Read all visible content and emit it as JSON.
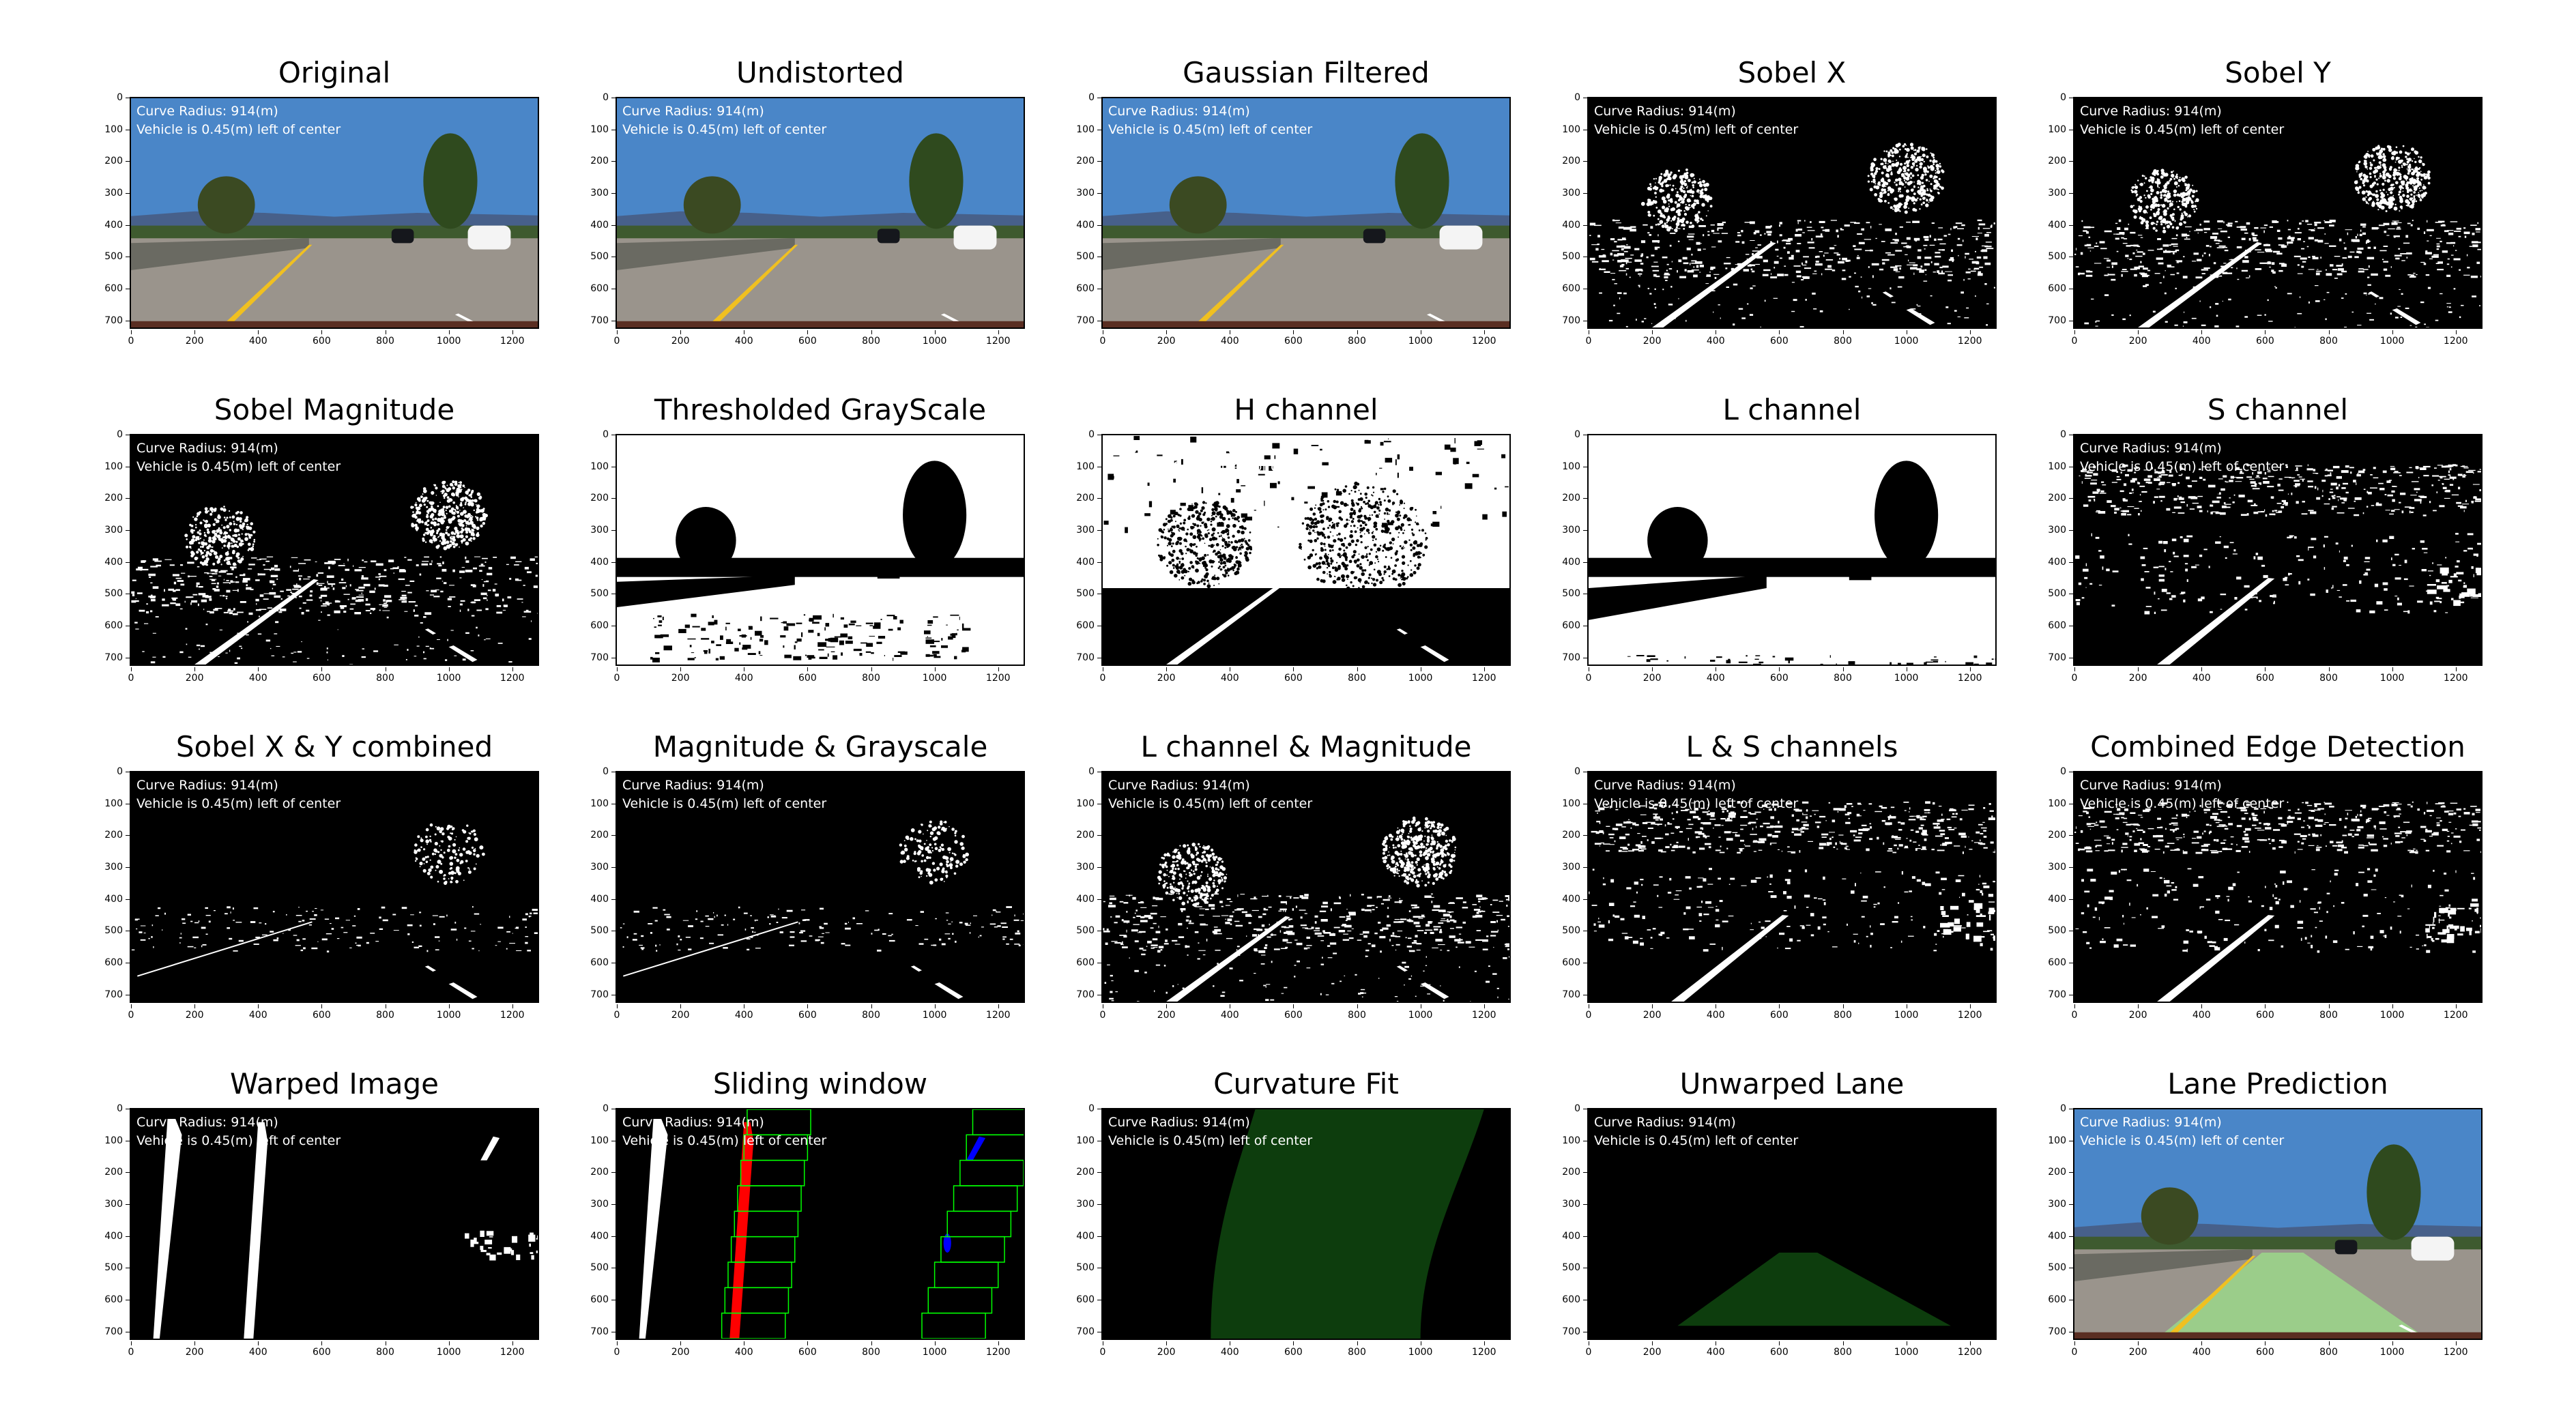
{
  "overlay": {
    "radius": "Curve Radius: 914(m)",
    "offset": "Vehicle is 0.45(m) left of center"
  },
  "axes": {
    "y_ticks": [
      "0",
      "100",
      "200",
      "300",
      "400",
      "500",
      "600",
      "700"
    ],
    "x_ticks": [
      "0",
      "200",
      "400",
      "600",
      "800",
      "1000",
      "1200"
    ]
  },
  "panels": [
    {
      "title": "Original",
      "kind": "photo"
    },
    {
      "title": "Undistorted",
      "kind": "photo"
    },
    {
      "title": "Gaussian Filtered",
      "kind": "photo"
    },
    {
      "title": "Sobel X",
      "kind": "edges"
    },
    {
      "title": "Sobel Y",
      "kind": "edges"
    },
    {
      "title": "Sobel Magnitude",
      "kind": "edges"
    },
    {
      "title": "Thresholded GrayScale",
      "kind": "gray-binary"
    },
    {
      "title": "H channel",
      "kind": "h-binary"
    },
    {
      "title": "L channel",
      "kind": "l-binary"
    },
    {
      "title": "S channel",
      "kind": "s-binary"
    },
    {
      "title": "Sobel X & Y combined",
      "kind": "sparse-edges"
    },
    {
      "title": "Magnitude & Grayscale",
      "kind": "sparse-edges"
    },
    {
      "title": "L channel & Magnitude",
      "kind": "edges"
    },
    {
      "title": "L & S channels",
      "kind": "s-binary"
    },
    {
      "title": "Combined Edge Detection",
      "kind": "s-binary"
    },
    {
      "title": "Warped Image",
      "kind": "warped"
    },
    {
      "title": "Sliding window",
      "kind": "sliding"
    },
    {
      "title": "Curvature Fit",
      "kind": "curvature"
    },
    {
      "title": "Unwarped Lane",
      "kind": "unwarped"
    },
    {
      "title": "Lane Prediction",
      "kind": "prediction"
    }
  ],
  "colors": {
    "sky": "#4a86c8",
    "road": "#9a948c",
    "lane_fill": "#0d3d0d",
    "lane_prediction": "#9be08a",
    "left_pixels": "#ff0000",
    "right_pixels": "#0000ff",
    "window_box": "#00ff00"
  }
}
